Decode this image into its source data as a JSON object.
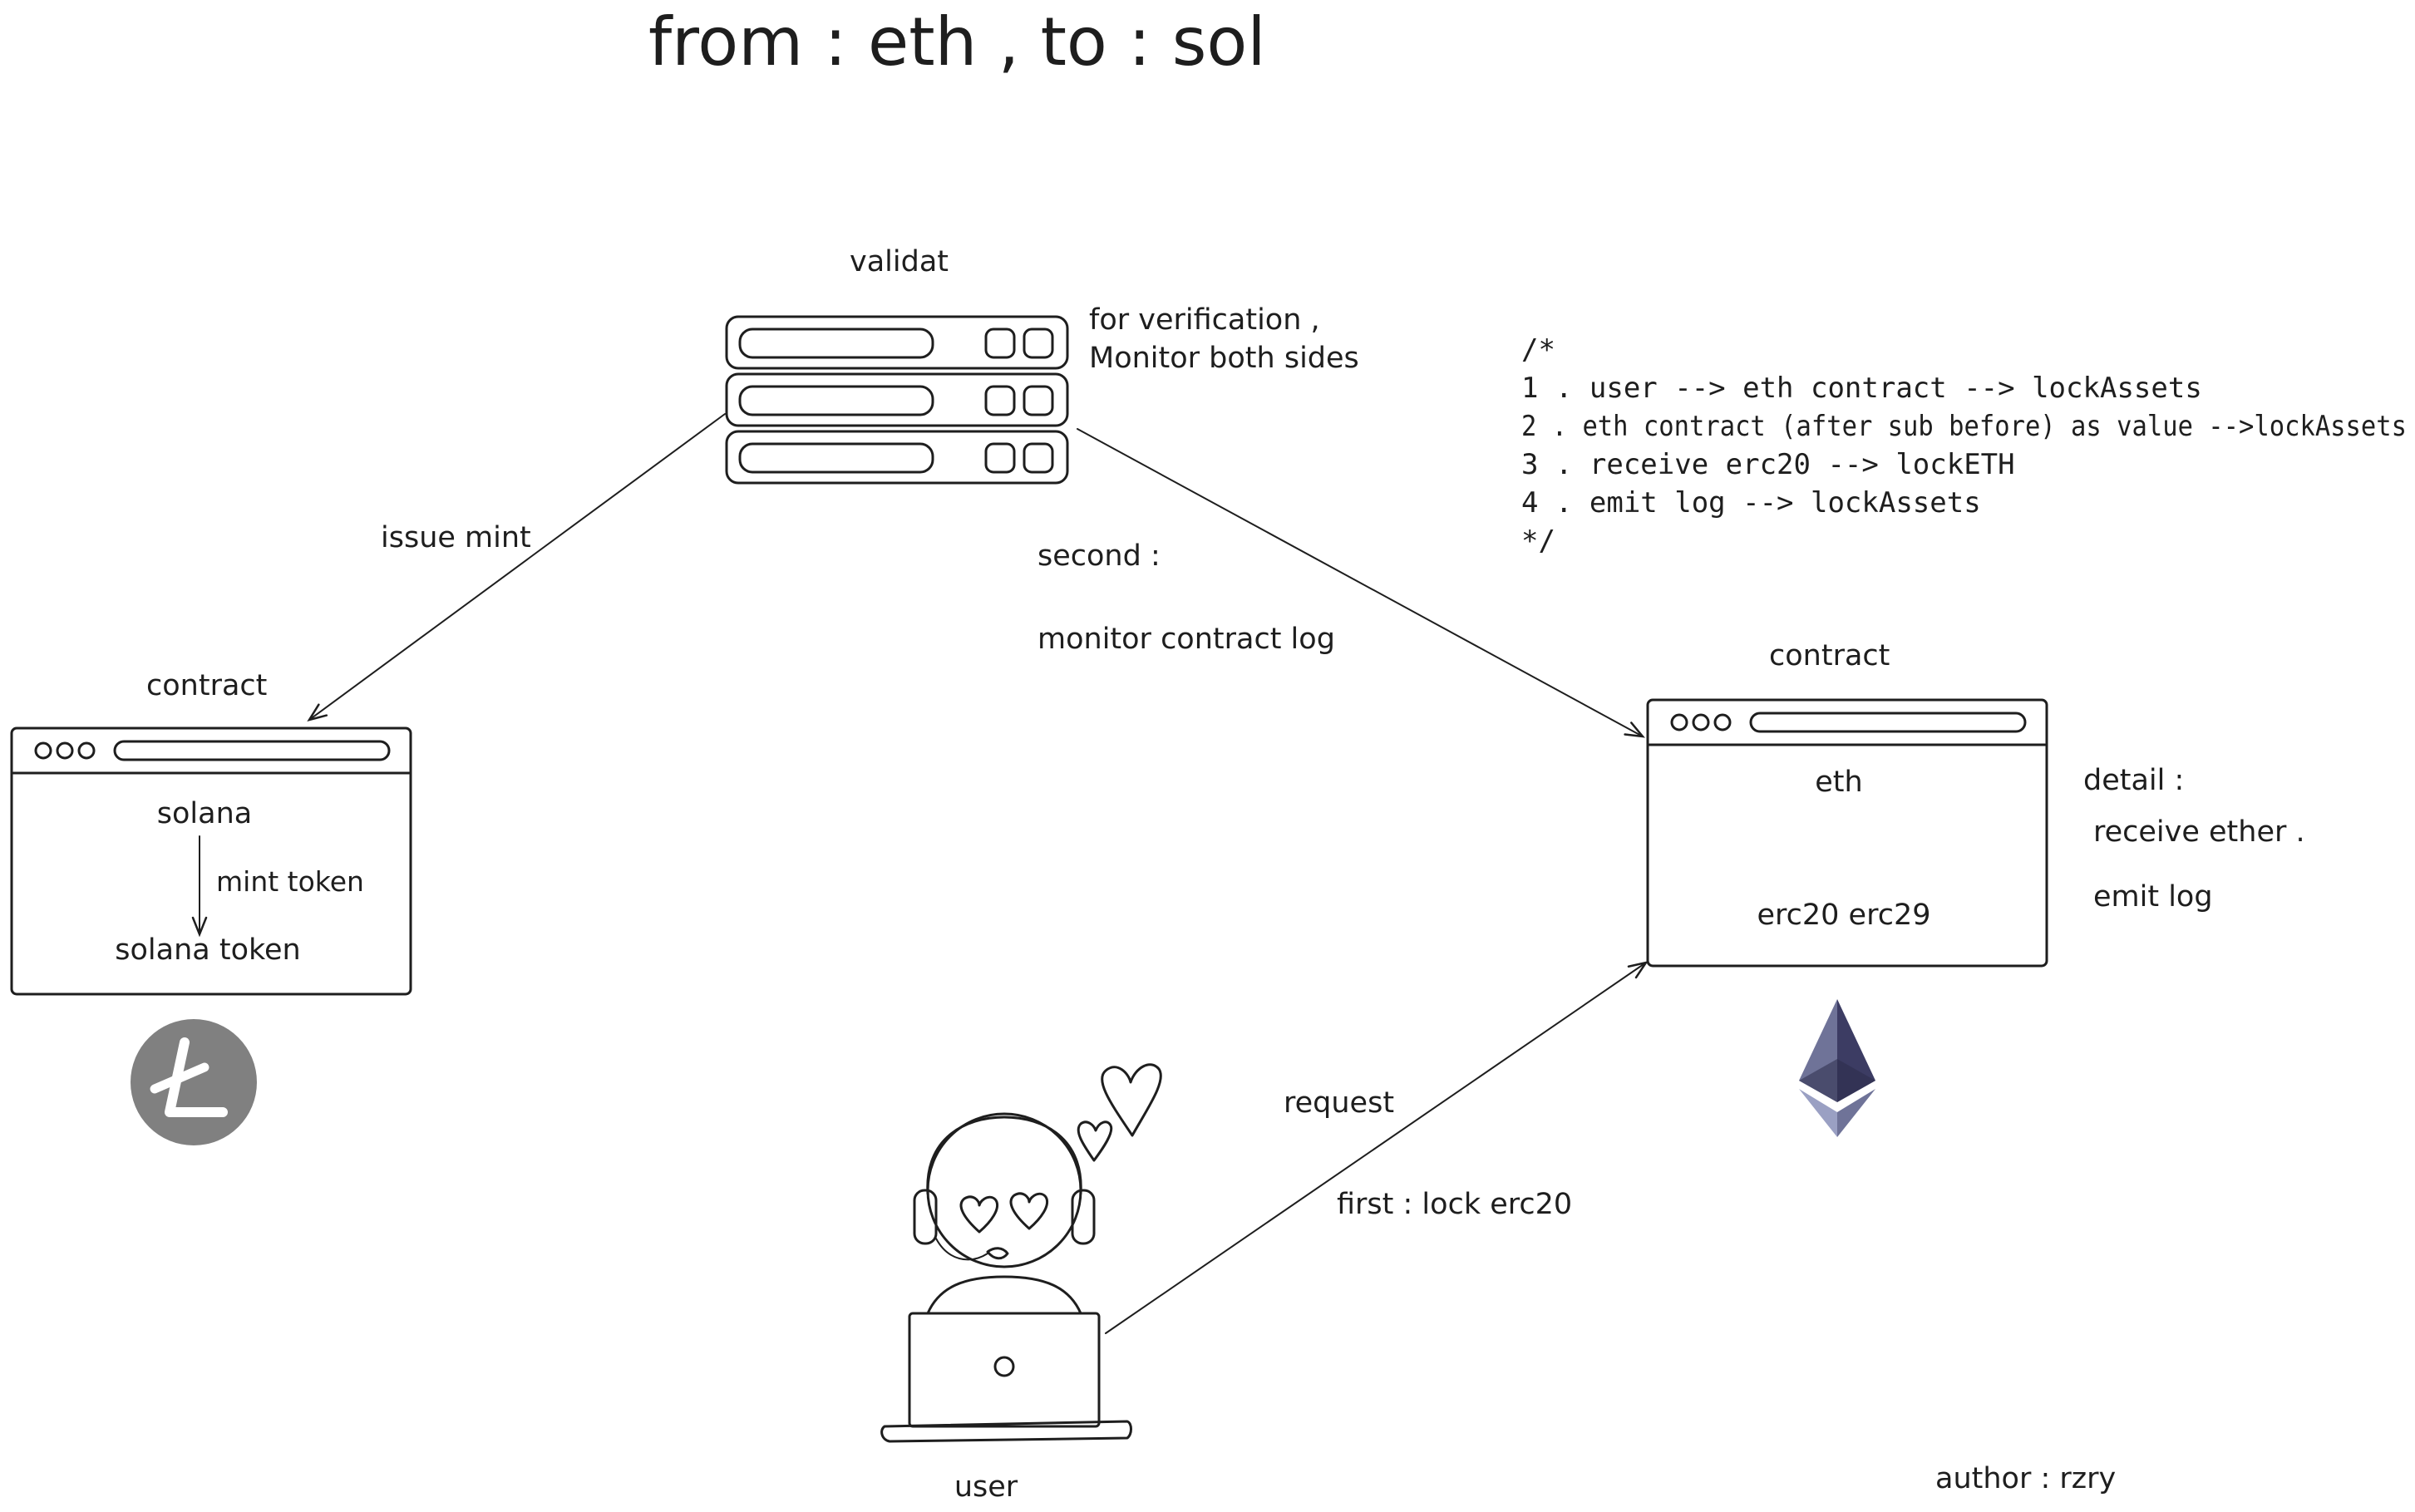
{
  "title": "from : eth  , to : sol",
  "validator": {
    "label": "validat",
    "note_lines": [
      "for verification ,",
      "Monitor both sides"
    ]
  },
  "left_contract": {
    "label": "contract",
    "chain": "solana",
    "mint_label": "mint token",
    "token": "solana token"
  },
  "right_contract": {
    "label": "contract",
    "chain": "eth",
    "standards": "erc20  erc29"
  },
  "edges": {
    "validator_to_left": "issue mint",
    "validator_to_right": [
      "second :",
      "monitor  contract log"
    ],
    "user_to_right": "request",
    "user_to_right_note": "first : lock erc20"
  },
  "detail": {
    "heading": "detail :",
    "lines": [
      "receive ether .",
      "emit  log"
    ]
  },
  "code_comment": [
    "/*",
    "1 . user --> eth contract  --> lockAssets",
    "2 . eth contract (after sub before) as value -->lockAssets",
    "3 . receive erc20 --> lockETH",
    "4 . emit log --> lockAssets",
    "*/"
  ],
  "user_label": "user",
  "author": "author : rzry",
  "icons": {
    "left_coin": "litecoin-icon",
    "right_coin": "ethereum-icon",
    "user": "user-with-laptop-icon",
    "hearts": "hearts-icon"
  },
  "colors": {
    "stroke": "#1e1e1e",
    "coin_grey": "#808080",
    "eth_dark": "#3c3c63",
    "eth_mid": "#6f7398",
    "eth_light": "#9aa0c3"
  }
}
